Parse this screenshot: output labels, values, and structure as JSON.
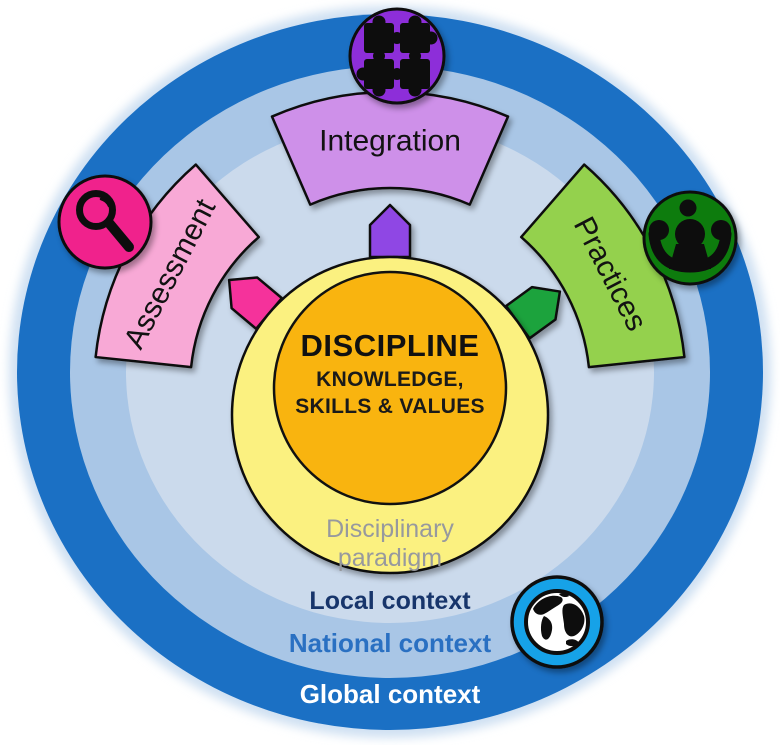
{
  "center": {
    "title": "DISCIPLINE",
    "subtitle_lines": [
      "KNOWLEDGE,",
      "SKILLS & VALUES"
    ],
    "circle_fill": "#F9B40F",
    "paradigm_lines": [
      "Disciplinary",
      "paradigm"
    ],
    "paradigm_circle_fill": "#FBF180",
    "paradigm_label_color": "#97999E"
  },
  "wedges": [
    {
      "label": "Assessment",
      "fill": "#F8A9D6",
      "arrow_fill": "#F5319B",
      "badge_fill": "#F0218C",
      "icon": "magnifier-icon"
    },
    {
      "label": "Integration",
      "fill": "#CE90E9",
      "arrow_fill": "#8F46E4",
      "badge_fill": "#8D2FD9",
      "icon": "puzzle-icon"
    },
    {
      "label": "Practices",
      "fill": "#94D14E",
      "arrow_fill": "#1EA33C",
      "badge_fill": "#117C11",
      "icon": "people-icon"
    }
  ],
  "context_rings": [
    {
      "label": "Local context",
      "fill": "#CBDAEC",
      "label_color": "#17356B"
    },
    {
      "label": "National context",
      "fill": "#A9C6E6",
      "label_color": "#2A70C2"
    },
    {
      "label": "Global context",
      "fill": "#1B70C4",
      "label_color": "#FFFFFF"
    }
  ],
  "globe_badge": {
    "fill": "#18A2E8",
    "icon": "globe-icon"
  }
}
